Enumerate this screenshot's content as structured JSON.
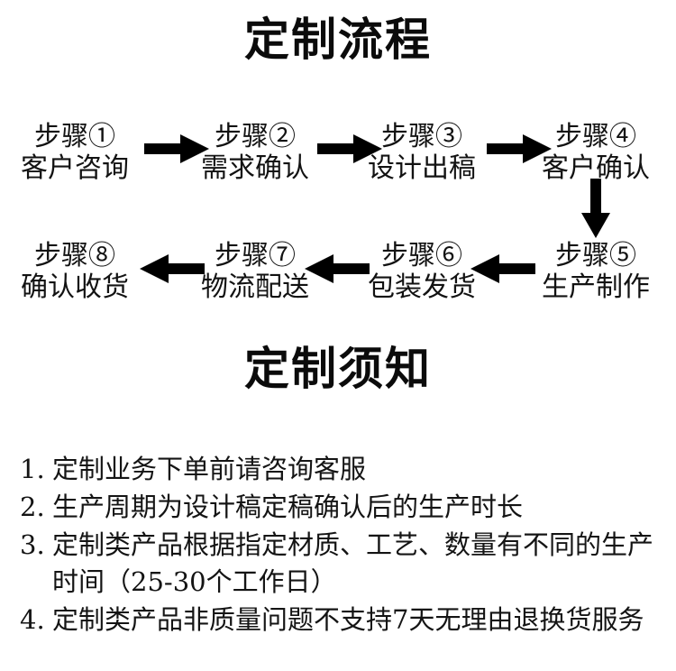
{
  "sections": {
    "process_title": "定制流程",
    "notice_title": "定制须知"
  },
  "flow": {
    "steps": [
      {
        "id": "step-1",
        "head": "步骤①",
        "body": "客户咨询",
        "row": 1,
        "col": 1
      },
      {
        "id": "step-2",
        "head": "步骤②",
        "body": "需求确认",
        "row": 1,
        "col": 2
      },
      {
        "id": "step-3",
        "head": "步骤③",
        "body": "设计出稿",
        "row": 1,
        "col": 3
      },
      {
        "id": "step-4",
        "head": "步骤④",
        "body": "客户确认",
        "row": 1,
        "col": 4
      },
      {
        "id": "step-5",
        "head": "步骤⑤",
        "body": "生产制作",
        "row": 2,
        "col": 4
      },
      {
        "id": "step-6",
        "head": "步骤⑥",
        "body": "包装发货",
        "row": 2,
        "col": 3
      },
      {
        "id": "step-7",
        "head": "步骤⑦",
        "body": "物流配送",
        "row": 2,
        "col": 2
      },
      {
        "id": "step-8",
        "head": "步骤⑧",
        "body": "确认收货",
        "row": 2,
        "col": 1
      }
    ],
    "arrows": [
      {
        "id": "arrow-1-2",
        "direction": "right"
      },
      {
        "id": "arrow-2-3",
        "direction": "right"
      },
      {
        "id": "arrow-3-4",
        "direction": "right"
      },
      {
        "id": "arrow-4-5",
        "direction": "down"
      },
      {
        "id": "arrow-5-6",
        "direction": "left"
      },
      {
        "id": "arrow-6-7",
        "direction": "left"
      },
      {
        "id": "arrow-7-8",
        "direction": "left"
      }
    ],
    "arrow_color": "#000000"
  },
  "notes": {
    "items": [
      {
        "num": "1.",
        "text": "定制业务下单前请咨询客服"
      },
      {
        "num": "2.",
        "text": "生产周期为设计稿定稿确认后的生产时长"
      },
      {
        "num": "3.",
        "text": "定制类产品根据指定材质、工艺、数量有不同的生产时间（25-30个工作日）"
      },
      {
        "num": "4.",
        "text": "定制类产品非质量问题不支持7天无理由退换货服务"
      }
    ]
  },
  "colors": {
    "background": "#ffffff",
    "text": "#111111",
    "heading": "#0b0b0b"
  }
}
